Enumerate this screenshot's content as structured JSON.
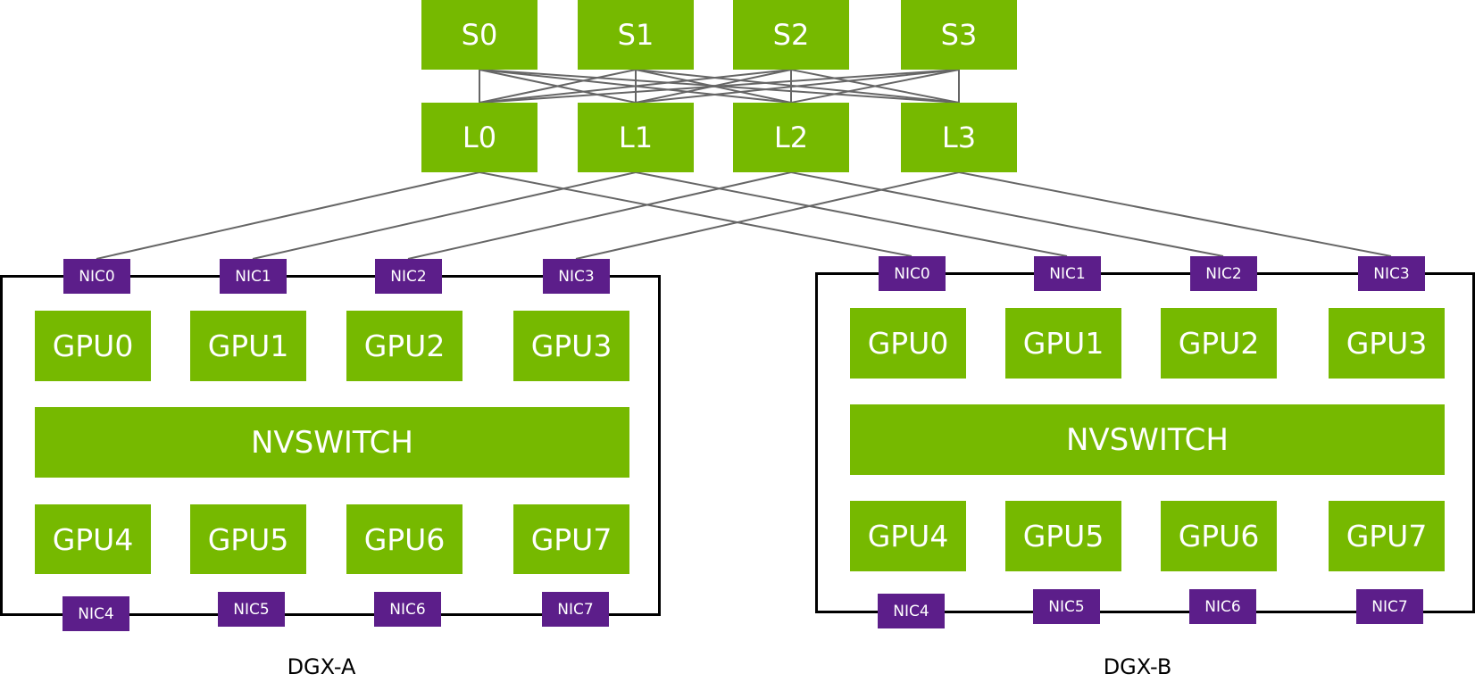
{
  "colors": {
    "node": "#76b900",
    "nic": "#5c1e8a",
    "link": "#666666",
    "frame": "#000000"
  },
  "spines": [
    "S0",
    "S1",
    "S2",
    "S3"
  ],
  "leaves": [
    "L0",
    "L1",
    "L2",
    "L3"
  ],
  "nvswitch_label": "NVSWITCH",
  "servers": [
    {
      "name": "DGX-A",
      "gpus_top": [
        "GPU0",
        "GPU1",
        "GPU2",
        "GPU3"
      ],
      "gpus_bottom": [
        "GPU4",
        "GPU5",
        "GPU6",
        "GPU7"
      ],
      "nics_top": [
        "NIC0",
        "NIC1",
        "NIC2",
        "NIC3"
      ],
      "nics_bottom": [
        "NIC4",
        "NIC5",
        "NIC6",
        "NIC7"
      ]
    },
    {
      "name": "DGX-B",
      "gpus_top": [
        "GPU0",
        "GPU1",
        "GPU2",
        "GPU3"
      ],
      "gpus_bottom": [
        "GPU4",
        "GPU5",
        "GPU6",
        "GPU7"
      ],
      "nics_top": [
        "NIC0",
        "NIC1",
        "NIC2",
        "NIC3"
      ],
      "nics_bottom": [
        "NIC4",
        "NIC5",
        "NIC6",
        "NIC7"
      ]
    }
  ],
  "connections": {
    "spine_leaf": "full-mesh",
    "leaf_to_nic": [
      {
        "leaf": "L0",
        "server": "DGX-A",
        "nic": "NIC0"
      },
      {
        "leaf": "L0",
        "server": "DGX-B",
        "nic": "NIC0"
      },
      {
        "leaf": "L1",
        "server": "DGX-A",
        "nic": "NIC1"
      },
      {
        "leaf": "L1",
        "server": "DGX-B",
        "nic": "NIC1"
      },
      {
        "leaf": "L2",
        "server": "DGX-A",
        "nic": "NIC2"
      },
      {
        "leaf": "L2",
        "server": "DGX-B",
        "nic": "NIC2"
      },
      {
        "leaf": "L3",
        "server": "DGX-A",
        "nic": "NIC3"
      },
      {
        "leaf": "L3",
        "server": "DGX-B",
        "nic": "NIC3"
      }
    ]
  }
}
